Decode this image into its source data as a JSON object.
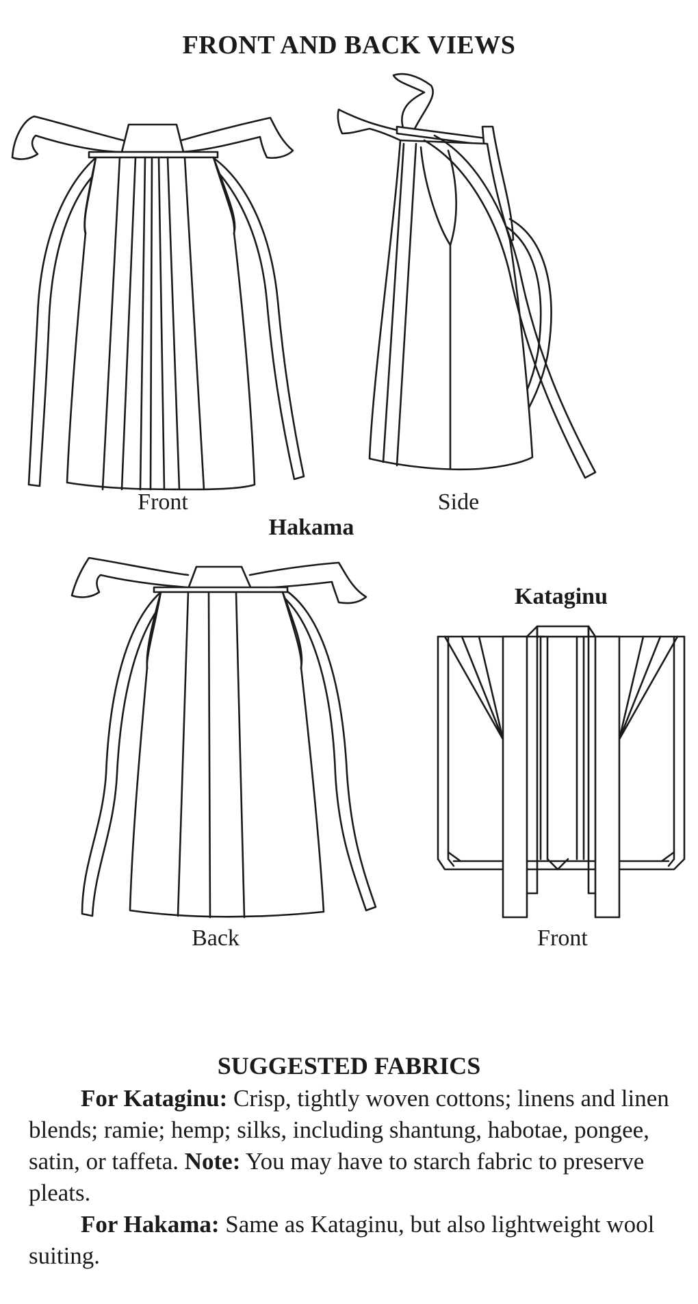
{
  "header": {
    "title": "FRONT AND BACK VIEWS"
  },
  "hakama": {
    "title": "Hakama",
    "views": {
      "front": "Front",
      "side": "Side",
      "back": "Back"
    }
  },
  "kataginu": {
    "title": "Kataginu",
    "views": {
      "front": "Front"
    }
  },
  "fabrics": {
    "title": "SUGGESTED FABRICS",
    "kataginu_label": "For Kataginu:",
    "kataginu_text": " Crisp, tightly woven cottons; linens and linen blends; ramie; hemp; silks, including shantung, habotae, pongee, satin, or taffeta. ",
    "note_label": "Note:",
    "note_text": " You may have to starch fabric to preserve pleats.",
    "hakama_label": "For Hakama:",
    "hakama_text": " Same as Kataginu, but also lightweight wool suiting."
  }
}
